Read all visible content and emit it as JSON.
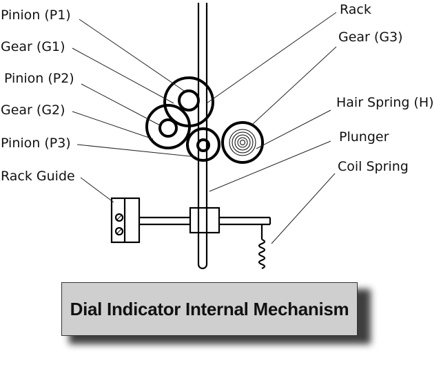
{
  "title": "Dial Indicator Internal Mechanism",
  "labels": {
    "pinion_p1": "Pinion (P1)",
    "gear_g1": "Gear (G1)",
    "pinion_p2": "Pinion (P2)",
    "gear_g2": "Gear (G2)",
    "pinion_p3": "Pinion (P3)",
    "rack_guide": "Rack Guide",
    "rack": "Rack",
    "gear_g3": "Gear (G3)",
    "hair_spring": "Hair Spring (H)",
    "plunger": "Plunger",
    "coil_spring": "Coil Spring"
  }
}
